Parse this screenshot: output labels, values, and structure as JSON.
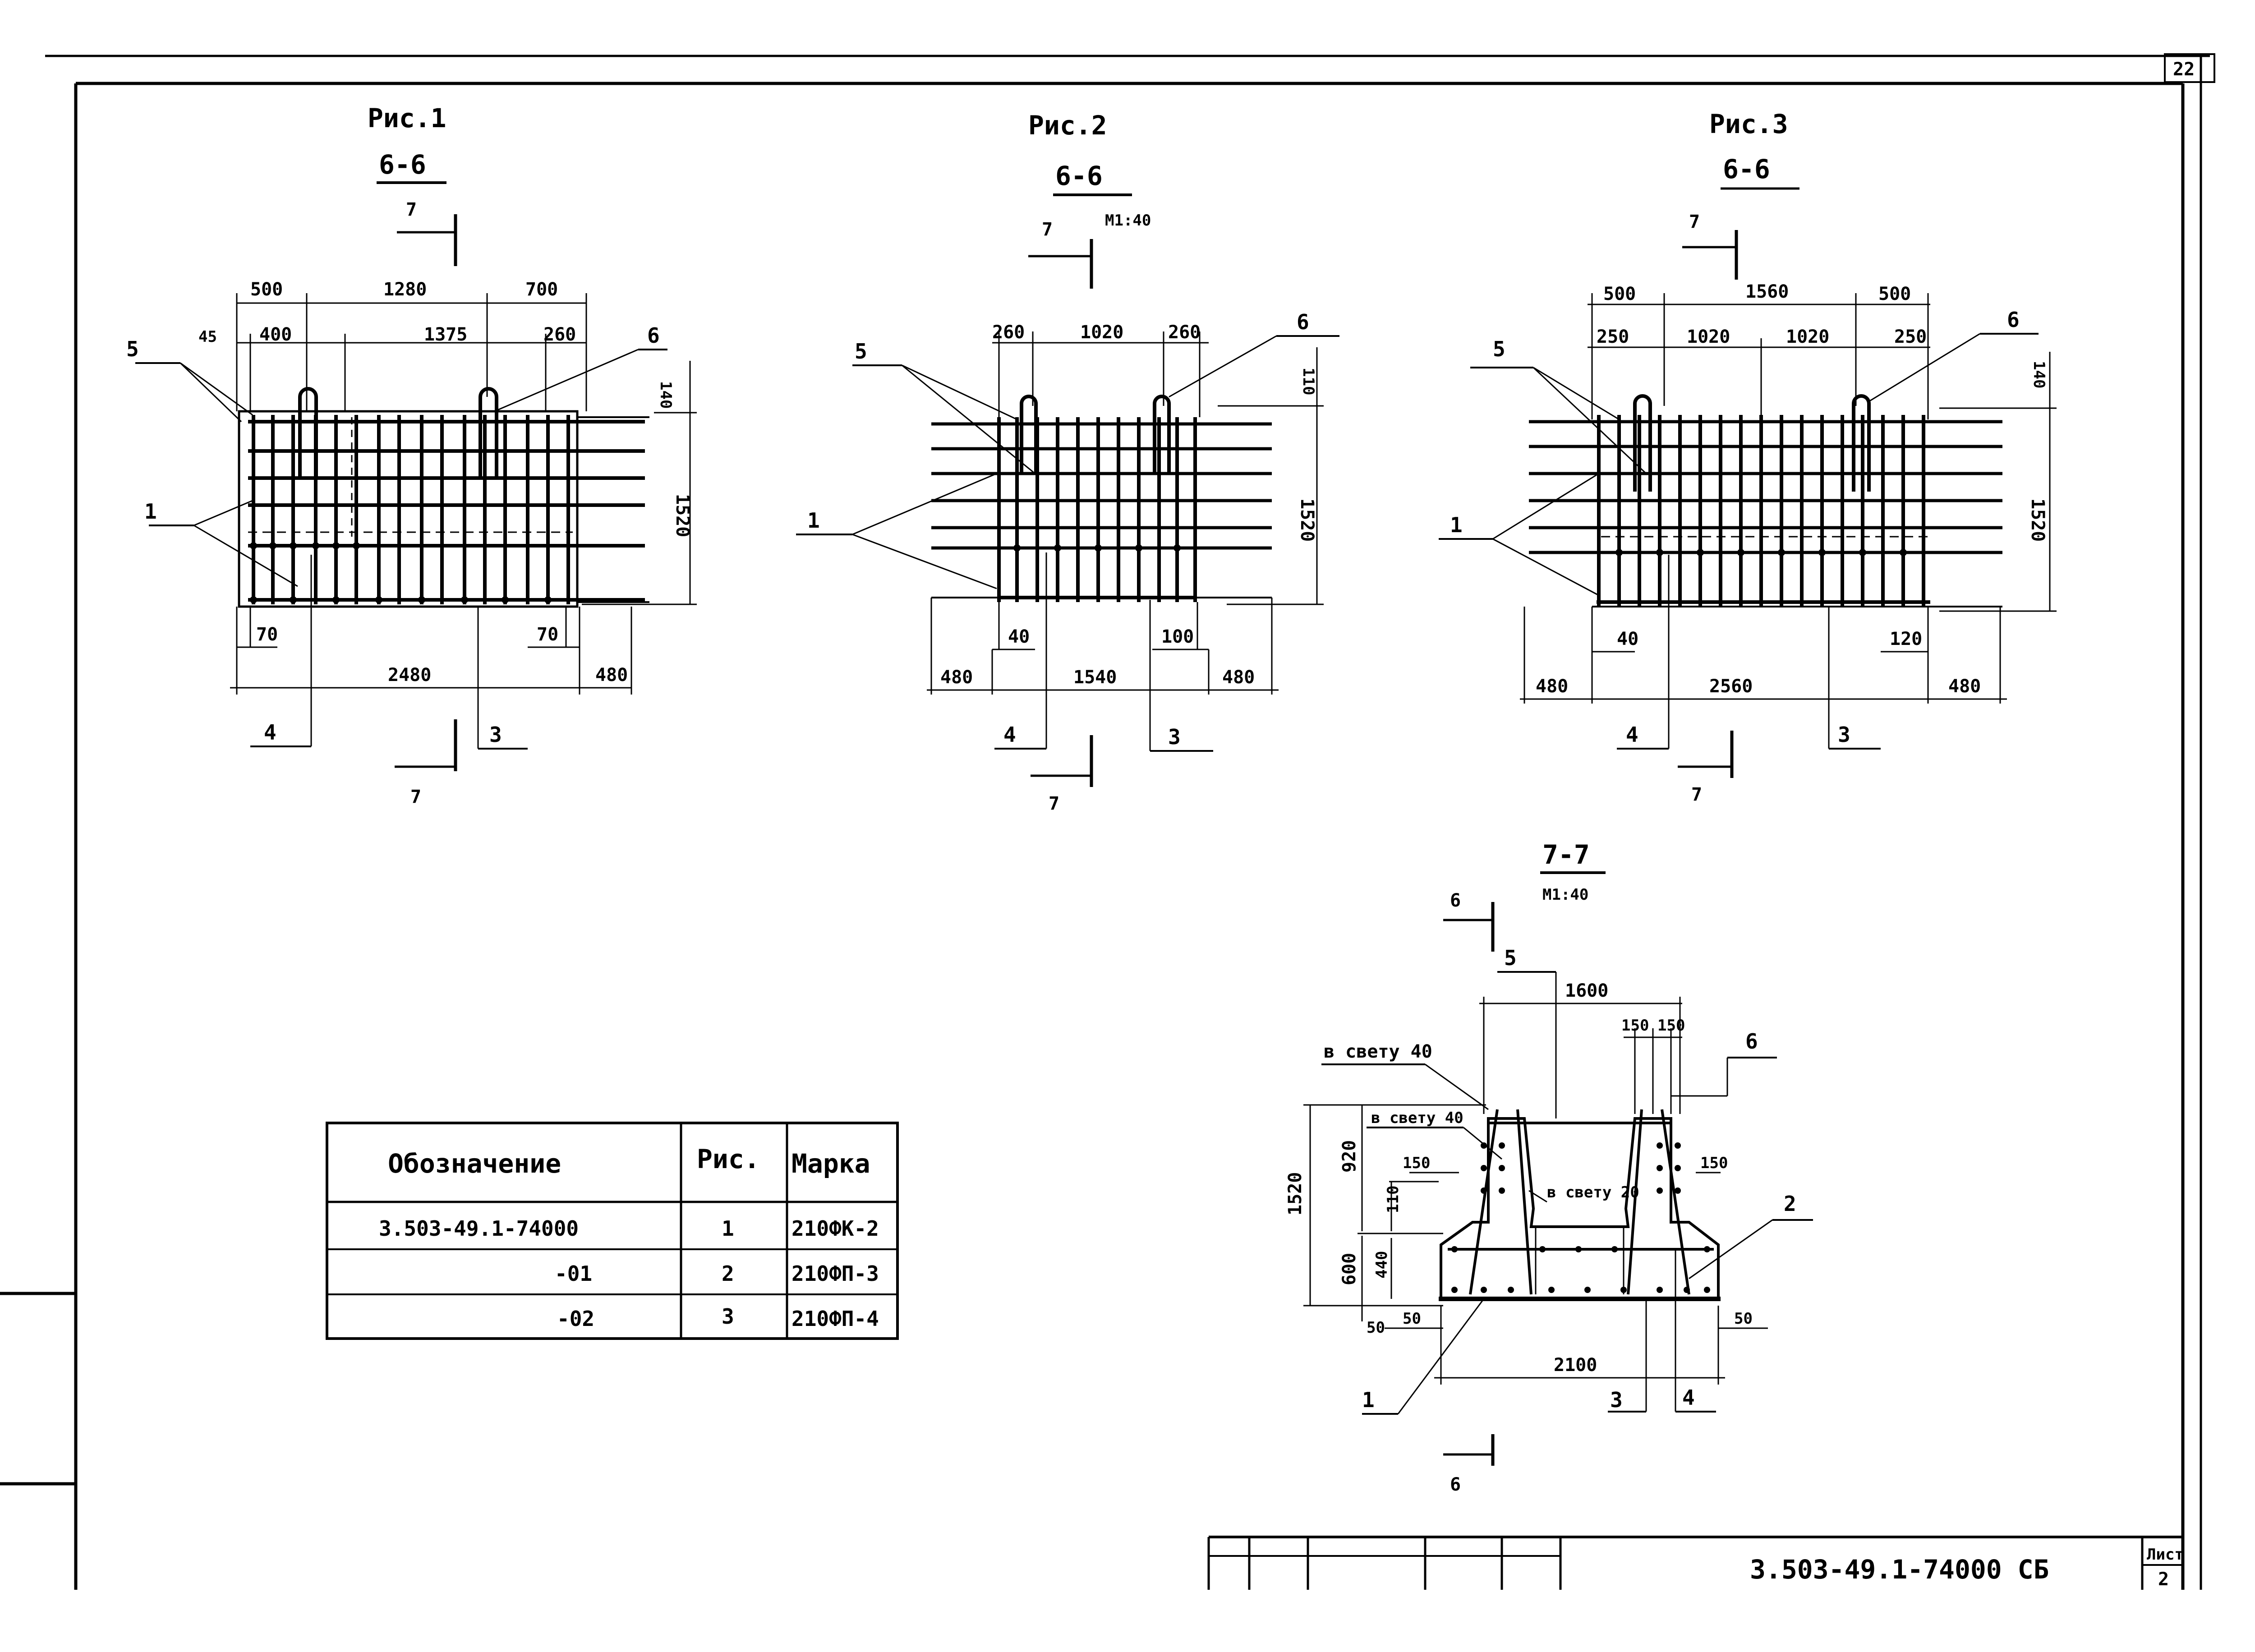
{
  "sheet": {
    "number_top": "22",
    "code": "3.503-49.1-74000 СБ",
    "sheet_label": "Лист",
    "sheet_value": "2"
  },
  "fig1": {
    "title": "Рис.1",
    "section": "6-6",
    "cut_top": "7",
    "cut_bottom": "7",
    "dims": {
      "d500": "500",
      "d1280": "1280",
      "d700": "700",
      "d45": "45",
      "d400": "400",
      "d1375": "1375",
      "d260": "260",
      "d140": "140",
      "d1520": "1520",
      "d70a": "70",
      "d70b": "70",
      "d2480": "2480",
      "d480": "480"
    },
    "callouts": {
      "c5": "5",
      "c6": "6",
      "c1": "1",
      "c4": "4",
      "c3": "3"
    }
  },
  "fig2": {
    "title": "Рис.2",
    "section": "6-6",
    "scale": "М1:40",
    "cut_top": "7",
    "cut_bottom": "7",
    "dims": {
      "d260a": "260",
      "d1020": "1020",
      "d260b": "260",
      "d110": "110",
      "d1520": "1520",
      "d40": "40",
      "d100": "100",
      "d480a": "480",
      "d1540": "1540",
      "d480b": "480"
    },
    "callouts": {
      "c5": "5",
      "c6": "6",
      "c1": "1",
      "c4": "4",
      "c3": "3"
    }
  },
  "fig3": {
    "title": "Рис.3",
    "section": "6-6",
    "cut_top": "7",
    "cut_bottom": "7",
    "dims": {
      "d500a": "500",
      "d1560": "1560",
      "d500b": "500",
      "d250": "250",
      "d1020a": "1020",
      "d1020b": "1020",
      "d250b": "250",
      "d140": "140",
      "d1520": "1520",
      "d40": "40",
      "d120": "120",
      "d480a": "480",
      "d2560": "2560",
      "d480b": "480"
    },
    "callouts": {
      "c5": "5",
      "c6": "6",
      "c1": "1",
      "c4": "4",
      "c3": "3"
    }
  },
  "sec77": {
    "title": "7-7",
    "scale": "М1:40",
    "cut_top": "6",
    "cut_bottom": "6",
    "dims": {
      "d1600": "1600",
      "d150a": "150",
      "d150b": "150",
      "d1520": "1520",
      "d920": "920",
      "d150c": "150",
      "d150d": "150",
      "d110": "110",
      "d600": "600",
      "d440": "440",
      "d50a": "50",
      "d50b": "50",
      "d50c": "50",
      "d2100": "2100"
    },
    "notes": {
      "n1": "в свету 40",
      "n2": "в свету 40",
      "n3": "в свету 20"
    },
    "callouts": {
      "c5": "5",
      "c6": "6",
      "c2": "2",
      "c1": "1",
      "c3": "3",
      "c4": "4"
    }
  },
  "table": {
    "headers": [
      "Обозначение",
      "Рис.",
      "Марка"
    ],
    "rows": [
      {
        "designation": "3.503-49.1-74000",
        "fig": "1",
        "mark": "210ФК-2"
      },
      {
        "designation": "-01",
        "fig": "2",
        "mark": "210ФП-3"
      },
      {
        "designation": "-02",
        "fig": "3",
        "mark": "210ФП-4"
      }
    ]
  }
}
